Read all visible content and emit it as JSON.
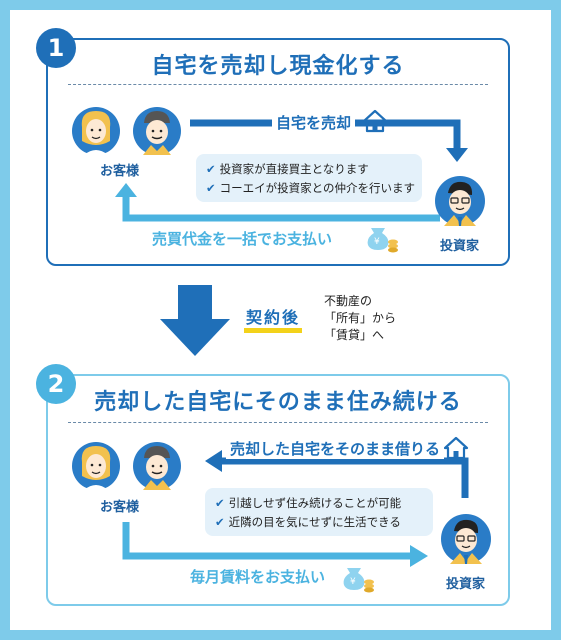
{
  "step1": {
    "number": "1",
    "title": "自宅を売却し現金化する",
    "customer_label": "お客様",
    "investor_label": "投資家",
    "arrow_top_label": "自宅を売却",
    "arrow_bottom_label": "売買代金を一括でお支払い",
    "bubble_lines": [
      "投資家が直接買主となります",
      "コーエイが投資家との仲介を行います"
    ]
  },
  "transition": {
    "keyword": "契約後",
    "note_lines": [
      "不動産の",
      "「所有」から",
      "「賃貸」へ"
    ]
  },
  "step2": {
    "number": "2",
    "title": "売却した自宅にそのまま住み続ける",
    "customer_label": "お客様",
    "investor_label": "投資家",
    "arrow_top_label": "売却した自宅をそのまま借りる",
    "arrow_bottom_label": "毎月賃料をお支払い",
    "bubble_lines": [
      "引越しせず住み続けることが可能",
      "近隣の目を気にせずに生活できる"
    ]
  },
  "colors": {
    "dark_blue": "#1f6fb8",
    "light_blue": "#4bb3e0",
    "frame": "#7ecbea",
    "avatar_bg": "#2a7cc7",
    "highlight": "#f3d21a"
  },
  "icons": [
    "house-icon",
    "money-bag-icon",
    "check-icon",
    "down-arrow-icon",
    "customer-avatar",
    "investor-avatar"
  ]
}
